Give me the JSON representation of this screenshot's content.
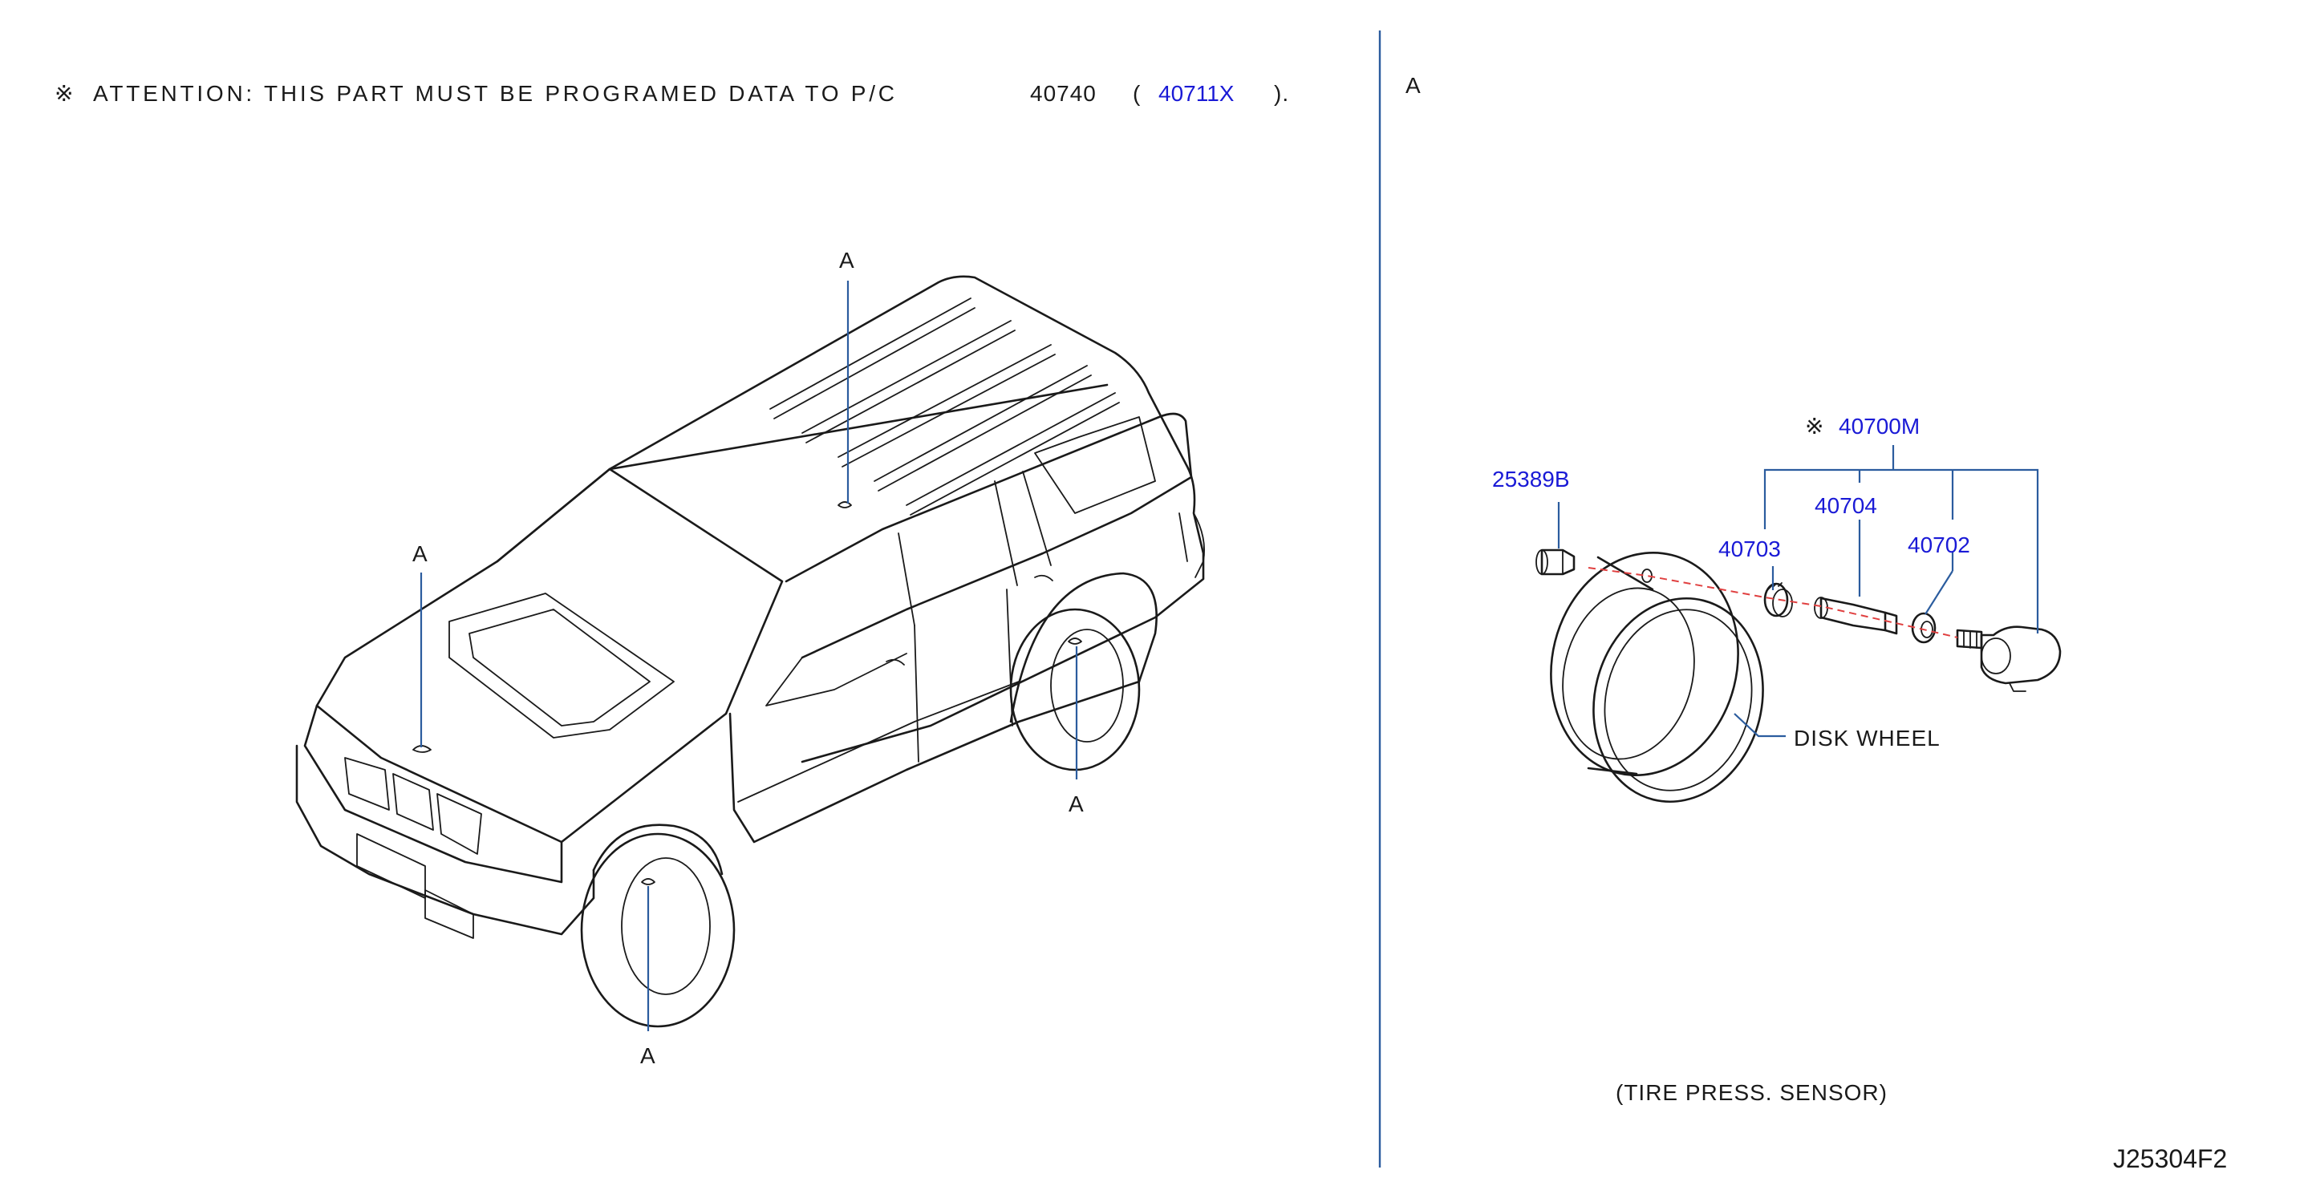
{
  "attention": {
    "symbol": "※",
    "text": "ATTENTION:  THIS  PART  MUST  BE  PROGRAMED  DATA  TO  P/C",
    "ref_code": "40740",
    "open_paren": "(",
    "link_code": "40711X",
    "close_paren": ")."
  },
  "section_marker": "A",
  "vehicle_callouts": {
    "roof": "A",
    "hood": "A",
    "rear_wheel": "A",
    "front_wheel": "A"
  },
  "parts": {
    "kit_symbol": "※",
    "kit_number": "40700M",
    "cap": "25389B",
    "grommet": "40703",
    "valve": "40704",
    "nut": "40702",
    "disk_wheel_label": "DISK   WHEEL"
  },
  "caption": "(TIRE   PRESS.   SENSOR)",
  "diagram_id": "J25304F2",
  "colors": {
    "part_link": "#1a1ad6",
    "leader": "#2b5c9e",
    "center_line": "#e04040",
    "divider": "#2b5c9e"
  }
}
